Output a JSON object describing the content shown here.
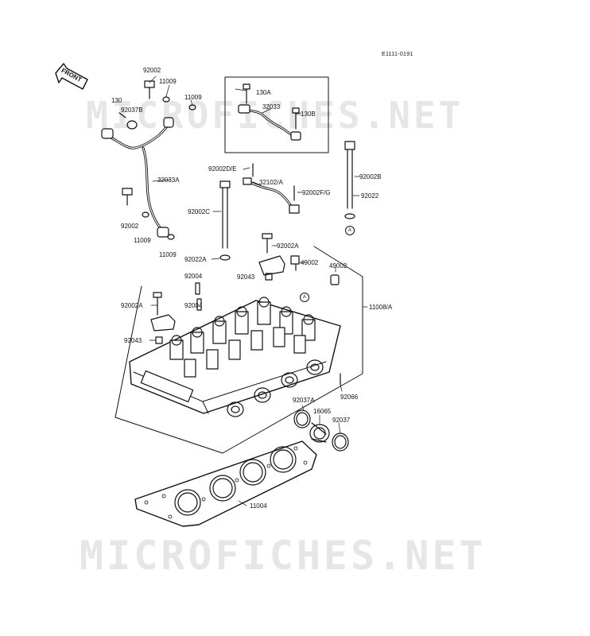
{
  "diagram": {
    "code": "E1111-0191",
    "front_label": "FRONT",
    "watermark": "MICROFICHES.NET",
    "circle_marker": "A"
  },
  "labels": [
    {
      "id": "l-92002-top",
      "text": "92002"
    },
    {
      "id": "l-11009-a",
      "text": "11009"
    },
    {
      "id": "l-11009-b",
      "text": "11009"
    },
    {
      "id": "l-130",
      "text": "130"
    },
    {
      "id": "l-92037b",
      "text": "92037B"
    },
    {
      "id": "l-130a",
      "text": "130A"
    },
    {
      "id": "l-32033",
      "text": "32033"
    },
    {
      "id": "l-130b",
      "text": "130B"
    },
    {
      "id": "l-32033a",
      "text": "32033A"
    },
    {
      "id": "l-92002de",
      "text": "92002D/E"
    },
    {
      "id": "l-32102a",
      "text": "32102/A"
    },
    {
      "id": "l-92002fg",
      "text": "92002F/G"
    },
    {
      "id": "l-92002b",
      "text": "92002B"
    },
    {
      "id": "l-92022-r",
      "text": "92022"
    },
    {
      "id": "l-92002c",
      "text": "92002C"
    },
    {
      "id": "l-92002-mid",
      "text": "92002"
    },
    {
      "id": "l-11009-c",
      "text": "11009"
    },
    {
      "id": "l-11009-d",
      "text": "11009"
    },
    {
      "id": "l-92022a",
      "text": "92022A"
    },
    {
      "id": "l-92002a-r",
      "text": "92002A"
    },
    {
      "id": "l-92043-r",
      "text": "92043"
    },
    {
      "id": "l-49002-a",
      "text": "49002"
    },
    {
      "id": "l-49002-b",
      "text": "49002"
    },
    {
      "id": "l-92004-a",
      "text": "92004"
    },
    {
      "id": "l-92004-b",
      "text": "92004"
    },
    {
      "id": "l-92002a-l",
      "text": "92002A"
    },
    {
      "id": "l-11008a",
      "text": "11008/A"
    },
    {
      "id": "l-92043-l",
      "text": "92043"
    },
    {
      "id": "l-92066",
      "text": "92066"
    },
    {
      "id": "l-92037a",
      "text": "92037A"
    },
    {
      "id": "l-16065",
      "text": "16065"
    },
    {
      "id": "l-92037",
      "text": "92037"
    },
    {
      "id": "l-11004",
      "text": "11004"
    }
  ]
}
